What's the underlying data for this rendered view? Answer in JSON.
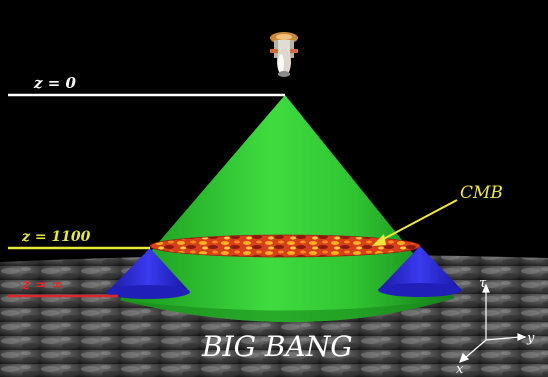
{
  "labels": {
    "z0": "z = 0",
    "z1100": "z = 1100",
    "zinf": "z = ∞",
    "cmb": "CMB",
    "big_bang": "BIG BANG"
  },
  "axes": {
    "tau": "τ",
    "y": "y",
    "x": "x"
  },
  "colors": {
    "background": "#000000",
    "cone": "#2fc82f",
    "cone_dark": "#17861a",
    "small_cones": "#2a2ad8",
    "cmb_band": "#e0401a",
    "z0_line": "#ffffff",
    "z1100_line": "#e8ea3a",
    "zinf_line": "#e0262a",
    "cmb_label": "#f2e83a"
  },
  "icons": {
    "satellite": "satellite-icon"
  }
}
